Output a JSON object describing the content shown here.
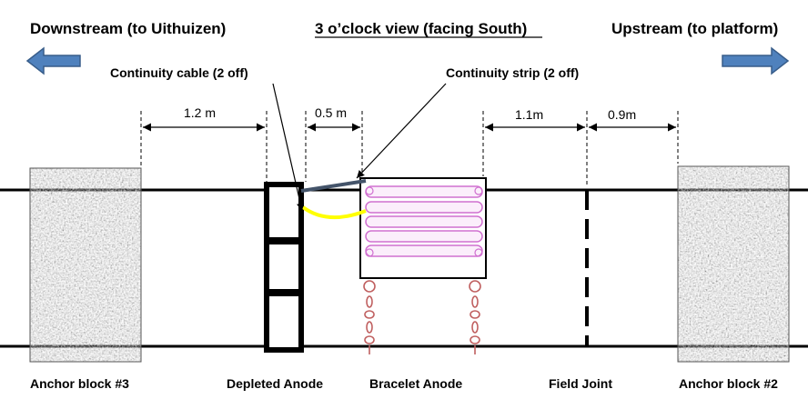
{
  "header": {
    "left": "Downstream (to Uithuizen)",
    "center": "3 o’clock view (facing South)",
    "right": "Upstream (to platform)"
  },
  "callouts": {
    "cable": "Continuity cable (2 off)",
    "strip": "Continuity strip (2 off)"
  },
  "dimensions": {
    "d1": "1.2 m",
    "d2": "0.5 m",
    "d3": "1.1m",
    "d4": "0.9m"
  },
  "labels": {
    "anchor3": "Anchor block #3",
    "depleted": "Depleted Anode",
    "bracelet": "Bracelet Anode",
    "field_joint": "Field Joint",
    "anchor2": "Anchor block #2"
  },
  "colors": {
    "arrow_fill": "#4f81bd",
    "arrow_stroke": "#385d8a",
    "cable": "#ffff00",
    "strip": "#44546a",
    "bracelet": "#d070d0",
    "chain": "#c06060"
  }
}
